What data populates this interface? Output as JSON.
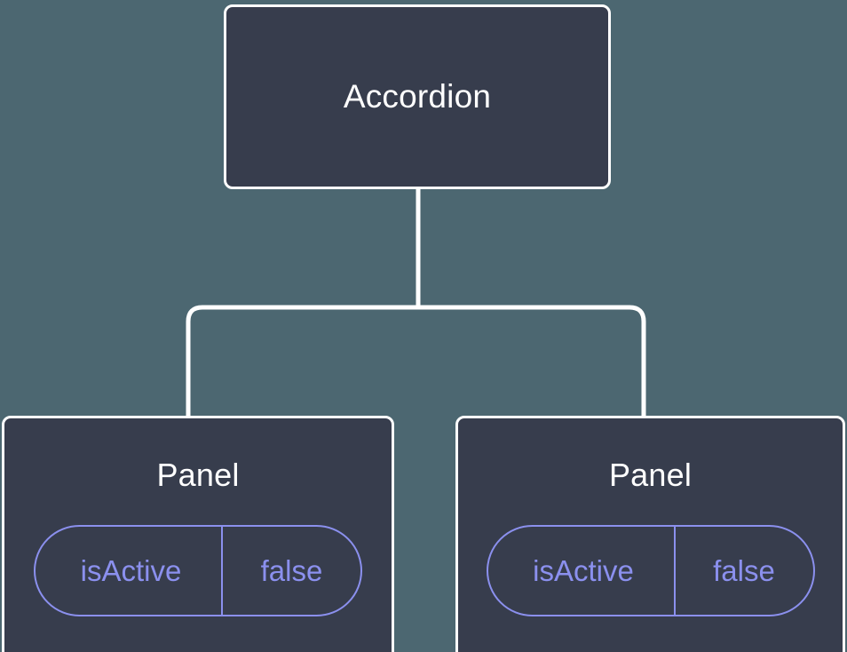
{
  "diagram": {
    "type": "component-tree",
    "background_color": "#4c6771",
    "node_fill_color": "#373d4d",
    "node_border_color": "#ffffff",
    "connector_color": "#ffffff",
    "accent_color": "#8b90ee",
    "root": {
      "label": "Accordion"
    },
    "children": [
      {
        "label": "Panel",
        "state": {
          "key": "isActive",
          "value": "false"
        }
      },
      {
        "label": "Panel",
        "state": {
          "key": "isActive",
          "value": "false"
        }
      }
    ]
  }
}
